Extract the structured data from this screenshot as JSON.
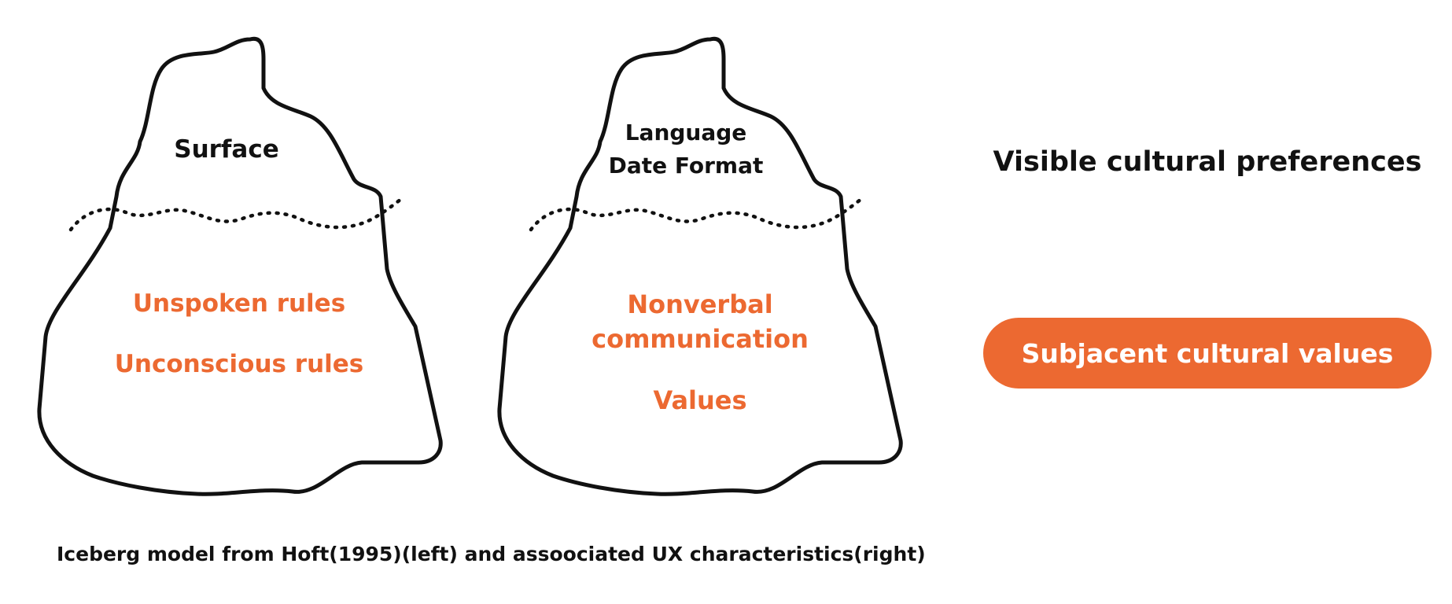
{
  "left_iceberg": {
    "surface_items": [
      "Surface"
    ],
    "subsurface_items": [
      "Unspoken rules",
      "Unconscious rules"
    ]
  },
  "right_iceberg": {
    "surface_items": [
      "Language",
      "Date Format"
    ],
    "subsurface_items": [
      "Nonverbal",
      "communication",
      "Values"
    ]
  },
  "legend": {
    "visible_label": "Visible cultural preferences",
    "subjacent_label": "Subjacent cultural values"
  },
  "caption": "Iceberg model from Hoft(1995)(left) and assoociated UX characteristics(right)",
  "colors": {
    "accent": "#ec6931",
    "text": "#111111",
    "outline": "#111111",
    "background": "#ffffff"
  }
}
